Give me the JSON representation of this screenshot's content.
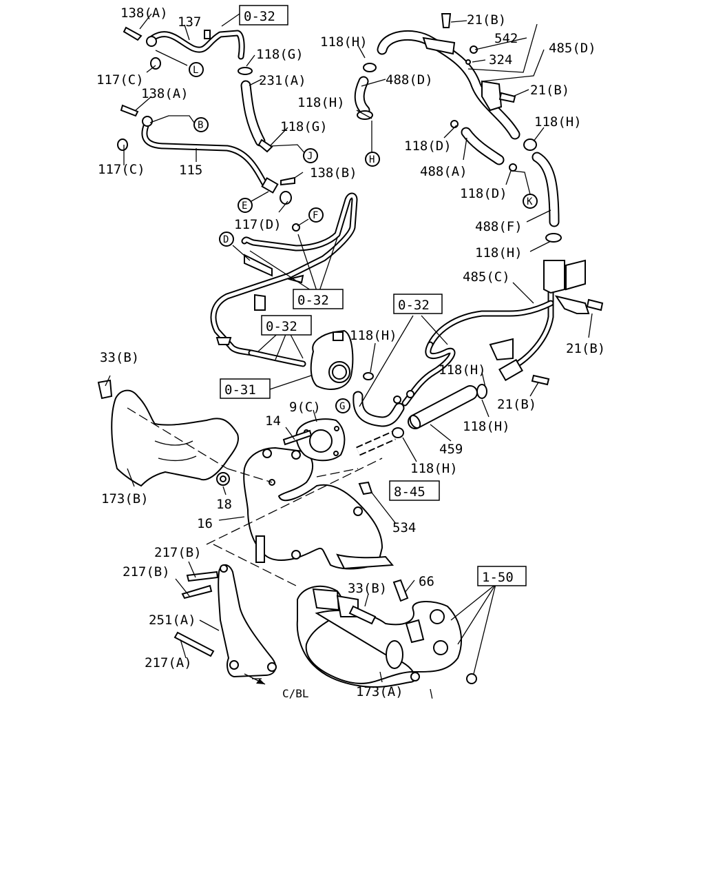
{
  "part_labels": {
    "p138a_1": "138(A)",
    "p137": "137",
    "p117c_1": "117(C)",
    "p138a_2": "138(A)",
    "p117c_2": "117(C)",
    "p115": "115",
    "p118g_1": "118(G)",
    "p231a": "231(A)",
    "p118g_2": "118(G)",
    "p138b": "138(B)",
    "p117d": "117(D)",
    "p118h_1": "118(H)",
    "p488d": "488(D)",
    "p118h_2": "118(H)",
    "p21b_1": "21(B)",
    "p542": "542",
    "p324": "324",
    "p485d": "485(D)",
    "p21b_2": "21(B)",
    "p118h_3": "118(H)",
    "p118d_1": "118(D)",
    "p488a": "488(A)",
    "p118d_2": "118(D)",
    "p488f": "488(F)",
    "p118h_4": "118(H)",
    "p485c": "485(C)",
    "p21b_3": "21(B)",
    "p118h_5": "118(H)",
    "p118h_6": "118(H)",
    "p21b_4": "21(B)",
    "p118h_7": "118(H)",
    "p459": "459",
    "p118h_8": "118(H)",
    "p33b_1": "33(B)",
    "p9c": "9(C)",
    "p14": "14",
    "p173b": "173(B)",
    "p18": "18",
    "p16": "16",
    "p534": "534",
    "p217b_1": "217(B)",
    "p217b_2": "217(B)",
    "p66": "66",
    "p33b_2": "33(B)",
    "p251a": "251(A)",
    "p217a": "217(A)",
    "p173a": "173(A)",
    "cbl": "C/BL"
  },
  "reference_boxes": {
    "r032_1": "0-32",
    "r032_2": "0-32",
    "r032_3": "0-32",
    "r032_4": "0-32",
    "r031": "0-31",
    "r845": "8-45",
    "r150": "1-50"
  },
  "connection_letters": {
    "L": "L",
    "B": "B",
    "J": "J",
    "E": "E",
    "F": "F",
    "D": "D",
    "H": "H",
    "K": "K",
    "G": "G"
  }
}
